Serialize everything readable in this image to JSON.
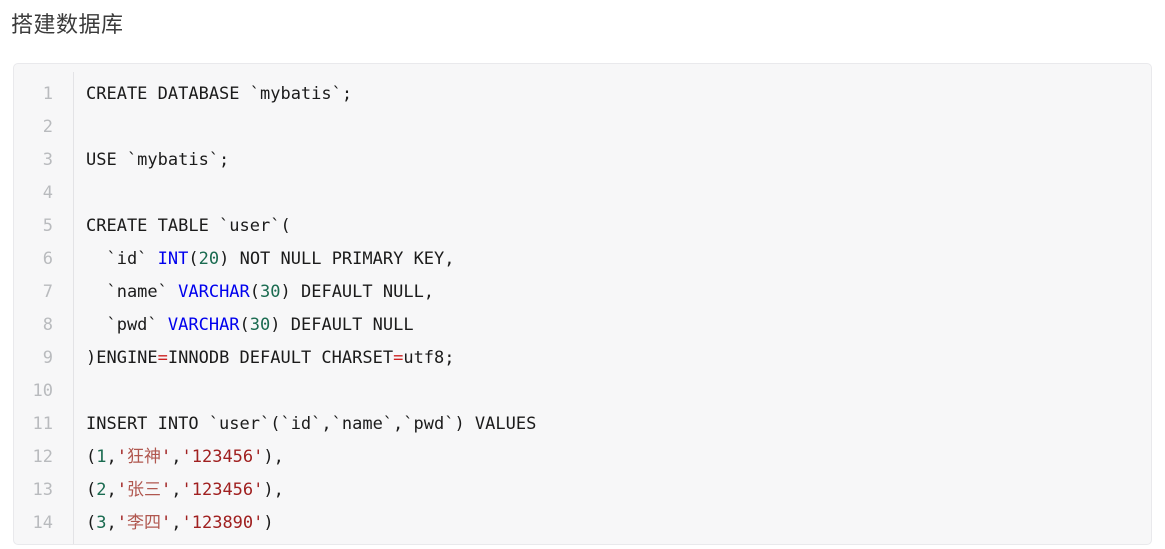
{
  "page": {
    "title": "搭建数据库",
    "background_color": "#ffffff"
  },
  "code_block": {
    "background_color": "#f7f7f8",
    "border_color": "#e9e9ec",
    "language": "sql",
    "gutter_color": "#b9bbbe",
    "syntax_colors": {
      "plain": "#1b1b1b",
      "type": "#0000ee",
      "number": "#1a6b50",
      "operator": "#cc2020",
      "string": "#a02020"
    },
    "lines": [
      {
        "number": "1",
        "tokens": [
          {
            "t": "CREATE DATABASE `mybatis`;",
            "c": "plain"
          }
        ]
      },
      {
        "number": "2",
        "tokens": []
      },
      {
        "number": "3",
        "tokens": [
          {
            "t": "USE `mybatis`;",
            "c": "plain"
          }
        ]
      },
      {
        "number": "4",
        "tokens": []
      },
      {
        "number": "5",
        "tokens": [
          {
            "t": "CREATE TABLE `user`(",
            "c": "plain"
          }
        ]
      },
      {
        "number": "6",
        "tokens": [
          {
            "t": "  `id` ",
            "c": "plain"
          },
          {
            "t": "INT",
            "c": "type"
          },
          {
            "t": "(",
            "c": "plain"
          },
          {
            "t": "20",
            "c": "number"
          },
          {
            "t": ") NOT NULL PRIMARY KEY,",
            "c": "plain"
          }
        ]
      },
      {
        "number": "7",
        "tokens": [
          {
            "t": "  `name` ",
            "c": "plain"
          },
          {
            "t": "VARCHAR",
            "c": "type"
          },
          {
            "t": "(",
            "c": "plain"
          },
          {
            "t": "30",
            "c": "number"
          },
          {
            "t": ") DEFAULT NULL,",
            "c": "plain"
          }
        ]
      },
      {
        "number": "8",
        "tokens": [
          {
            "t": "  `pwd` ",
            "c": "plain"
          },
          {
            "t": "VARCHAR",
            "c": "type"
          },
          {
            "t": "(",
            "c": "plain"
          },
          {
            "t": "30",
            "c": "number"
          },
          {
            "t": ") DEFAULT NULL",
            "c": "plain"
          }
        ]
      },
      {
        "number": "9",
        "tokens": [
          {
            "t": ")ENGINE",
            "c": "plain"
          },
          {
            "t": "=",
            "c": "operator"
          },
          {
            "t": "INNODB DEFAULT CHARSET",
            "c": "plain"
          },
          {
            "t": "=",
            "c": "operator"
          },
          {
            "t": "utf8;",
            "c": "plain"
          }
        ]
      },
      {
        "number": "10",
        "tokens": []
      },
      {
        "number": "11",
        "tokens": [
          {
            "t": "INSERT INTO `user`(`id`,`name`,`pwd`) VALUES",
            "c": "plain"
          }
        ]
      },
      {
        "number": "12",
        "tokens": [
          {
            "t": "(",
            "c": "plain"
          },
          {
            "t": "1",
            "c": "number"
          },
          {
            "t": ",",
            "c": "plain"
          },
          {
            "t": "'狂神'",
            "c": "string"
          },
          {
            "t": ",",
            "c": "plain"
          },
          {
            "t": "'123456'",
            "c": "string"
          },
          {
            "t": "),",
            "c": "plain"
          }
        ]
      },
      {
        "number": "13",
        "tokens": [
          {
            "t": "(",
            "c": "plain"
          },
          {
            "t": "2",
            "c": "number"
          },
          {
            "t": ",",
            "c": "plain"
          },
          {
            "t": "'张三'",
            "c": "string"
          },
          {
            "t": ",",
            "c": "plain"
          },
          {
            "t": "'123456'",
            "c": "string"
          },
          {
            "t": "),",
            "c": "plain"
          }
        ]
      },
      {
        "number": "14",
        "tokens": [
          {
            "t": "(",
            "c": "plain"
          },
          {
            "t": "3",
            "c": "number"
          },
          {
            "t": ",",
            "c": "plain"
          },
          {
            "t": "'李四'",
            "c": "string"
          },
          {
            "t": ",",
            "c": "plain"
          },
          {
            "t": "'123890'",
            "c": "string"
          },
          {
            "t": ")",
            "c": "plain"
          }
        ]
      }
    ]
  }
}
